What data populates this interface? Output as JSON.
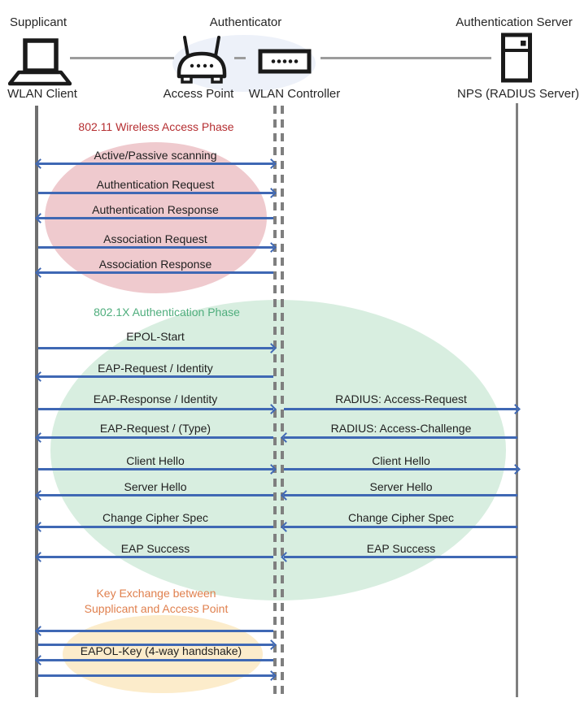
{
  "header": {
    "roles": [
      {
        "label": "Supplicant"
      },
      {
        "label": "Authenticator"
      },
      {
        "label": "Authentication Server"
      }
    ],
    "nodes": [
      {
        "label": "WLAN Client",
        "icon": "laptop-icon"
      },
      {
        "label": "Access Point",
        "icon": "access-point-icon"
      },
      {
        "label": "WLAN Controller",
        "icon": "wlan-controller-icon"
      },
      {
        "label": "NPS (RADIUS Server)",
        "icon": "server-icon"
      }
    ]
  },
  "phases": [
    {
      "title": "802.11 Wireless Access Phase",
      "title_color": "#b52e31",
      "ellipse_fill": "#efcace",
      "messages": [
        {
          "label": "Active/Passive scanning",
          "lane": "client-controller",
          "direction": "both"
        },
        {
          "label": "Authentication Request",
          "lane": "client-controller",
          "direction": "right"
        },
        {
          "label": "Authentication Response",
          "lane": "client-controller",
          "direction": "left"
        },
        {
          "label": "Association Request",
          "lane": "client-controller",
          "direction": "right"
        },
        {
          "label": "Association Response",
          "lane": "client-controller",
          "direction": "left"
        }
      ]
    },
    {
      "title": "802.1X Authentication Phase",
      "title_color": "#4fae7d",
      "ellipse_fill": "#d8eee0",
      "messages": [
        {
          "label": "EPOL-Start",
          "lane": "client-controller",
          "direction": "right"
        },
        {
          "label": "EAP-Request / Identity",
          "lane": "client-controller",
          "direction": "left"
        },
        {
          "label": "EAP-Response / Identity",
          "lane": "client-controller",
          "direction": "right"
        },
        {
          "label": "RADIUS: Access-Request",
          "lane": "controller-server",
          "direction": "right"
        },
        {
          "label": "EAP-Request / (Type)",
          "lane": "client-controller",
          "direction": "left"
        },
        {
          "label": "RADIUS: Access-Challenge",
          "lane": "controller-server",
          "direction": "left"
        },
        {
          "label": "Client Hello",
          "lane": "client-controller",
          "direction": "right"
        },
        {
          "label": "Client Hello",
          "lane": "controller-server",
          "direction": "right"
        },
        {
          "label": "Server Hello",
          "lane": "client-controller",
          "direction": "left"
        },
        {
          "label": "Server Hello",
          "lane": "controller-server",
          "direction": "left"
        },
        {
          "label": "Change Cipher Spec",
          "lane": "client-controller",
          "direction": "left"
        },
        {
          "label": "Change Cipher Spec",
          "lane": "controller-server",
          "direction": "left"
        },
        {
          "label": "EAP Success",
          "lane": "client-controller",
          "direction": "left"
        },
        {
          "label": "EAP Success",
          "lane": "controller-server",
          "direction": "left"
        }
      ]
    },
    {
      "title_line1": "Key Exchange between",
      "title_line2": "Supplicant and Access Point",
      "title_color": "#e0804e",
      "ellipse_fill": "#fceccb",
      "messages": [
        {
          "label": "",
          "lane": "client-controller",
          "direction": "left"
        },
        {
          "label": "",
          "lane": "client-controller",
          "direction": "right"
        },
        {
          "label": "EAPOL-Key (4-way handshake)",
          "lane": "client-controller",
          "direction": "left"
        },
        {
          "label": "",
          "lane": "client-controller",
          "direction": "right"
        }
      ]
    }
  ],
  "colors": {
    "arrow_blue": "#3f68b4",
    "lifeline_gray": "#6f6f6f",
    "connector_gray": "#9c9c9c",
    "authenticator_ellipse_fill": "#edf1f9",
    "phase1_fill": "#efcace",
    "phase2_fill": "#d8eee0",
    "phase3_fill": "#fceccb",
    "phase1_title": "#b52e31",
    "phase2_title": "#4fae7d",
    "phase3_title": "#e0804e"
  }
}
